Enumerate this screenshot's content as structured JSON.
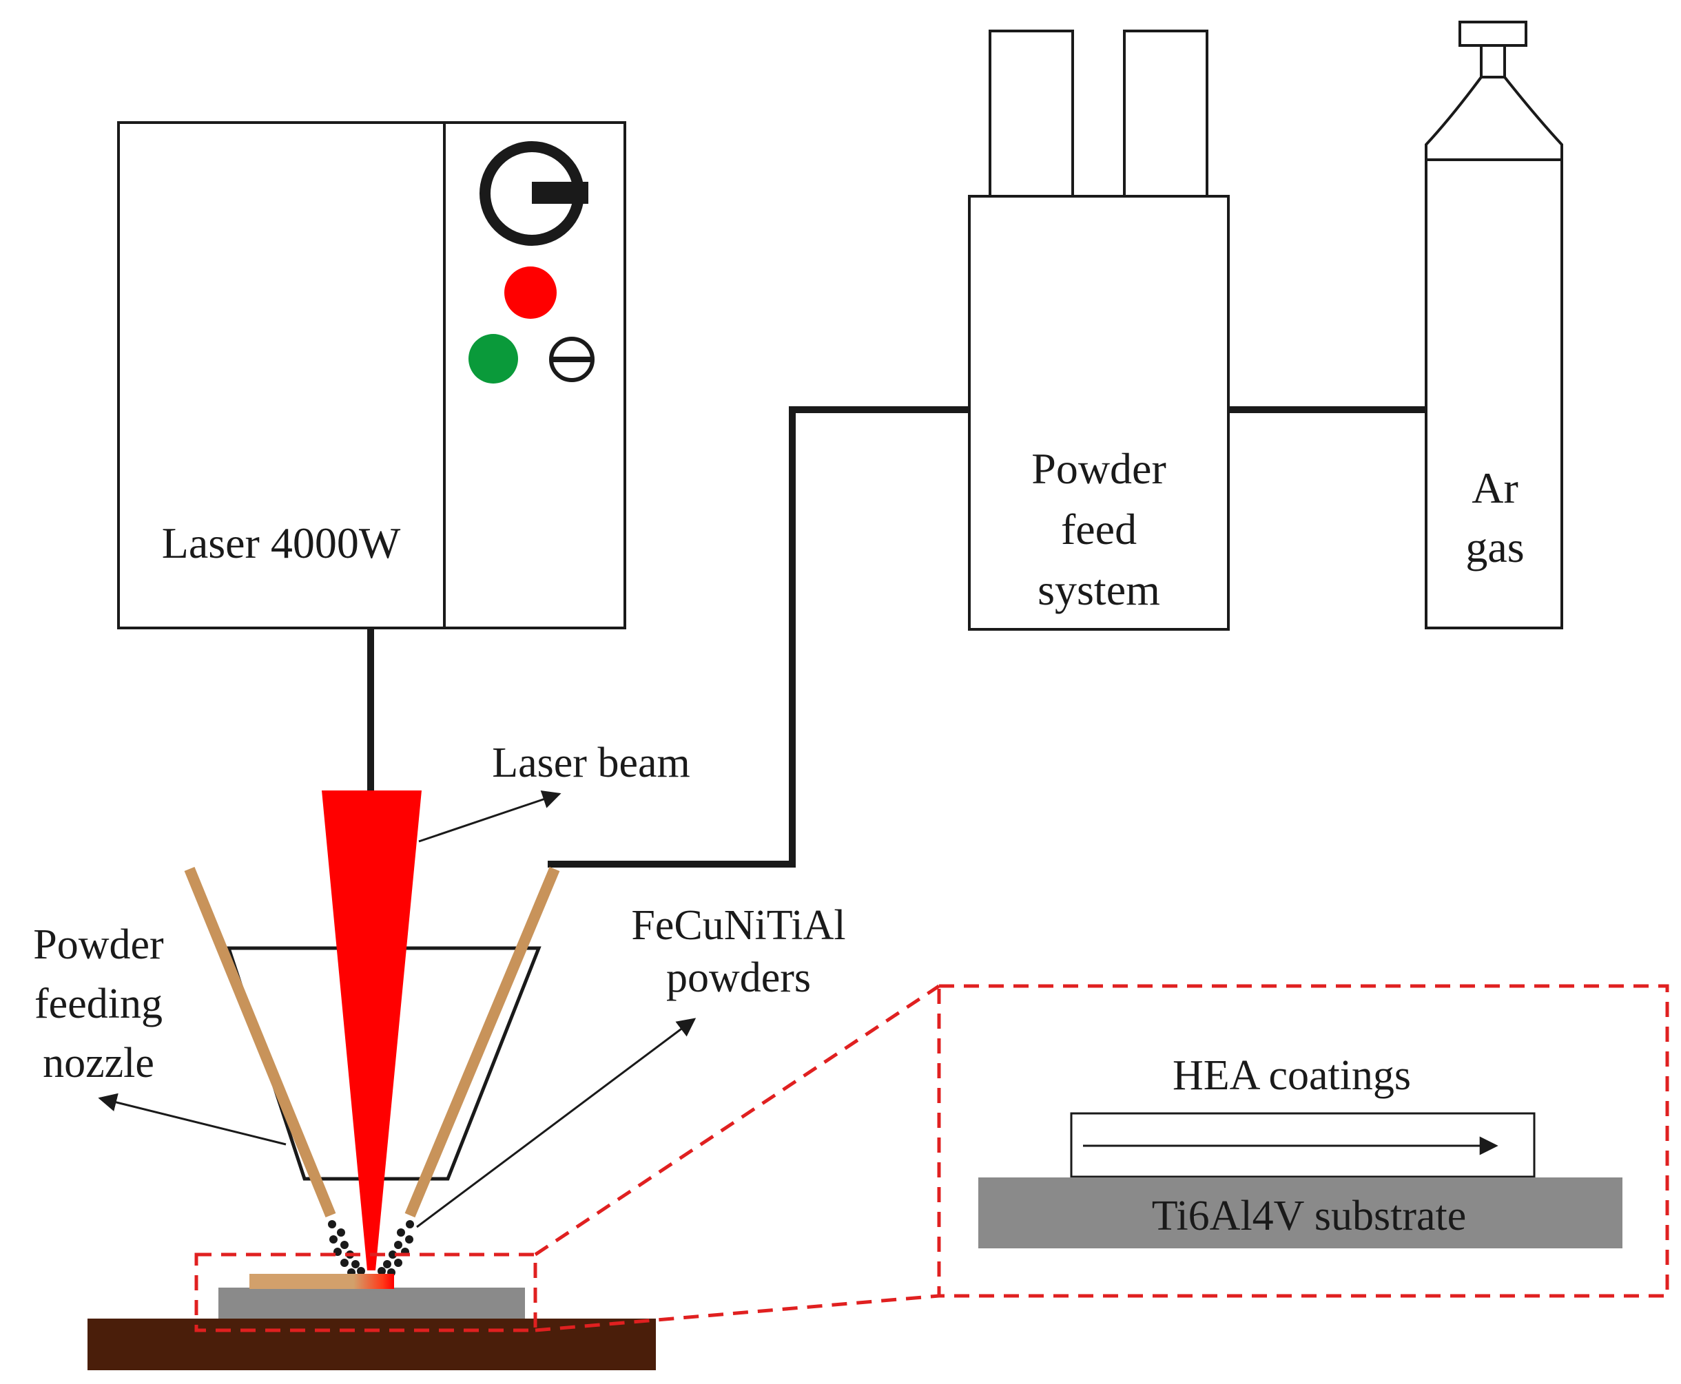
{
  "laser": {
    "label": "Laser 4000W"
  },
  "powder_feed": {
    "line1": "Powder",
    "line2": "feed",
    "line3": "system"
  },
  "gas": {
    "line1": "Ar",
    "line2": "gas"
  },
  "annotations": {
    "laser_beam": "Laser beam",
    "powders_line1": "FeCuNiTiAl",
    "powders_line2": "powders",
    "nozzle_line1": "Powder",
    "nozzle_line2": "feeding",
    "nozzle_line3": "nozzle"
  },
  "detail": {
    "coating": "HEA coatings",
    "substrate": "Ti6Al4V substrate"
  },
  "colors": {
    "beam": "#ff0000",
    "indicator_red": "#ff0000",
    "indicator_green": "#0a9a3a",
    "nozzle": "#c8935a",
    "substrate": "#8a8a8a",
    "table": "#4a1e0a",
    "zoom_frame": "#e02020",
    "line": "#1a1a1a"
  }
}
